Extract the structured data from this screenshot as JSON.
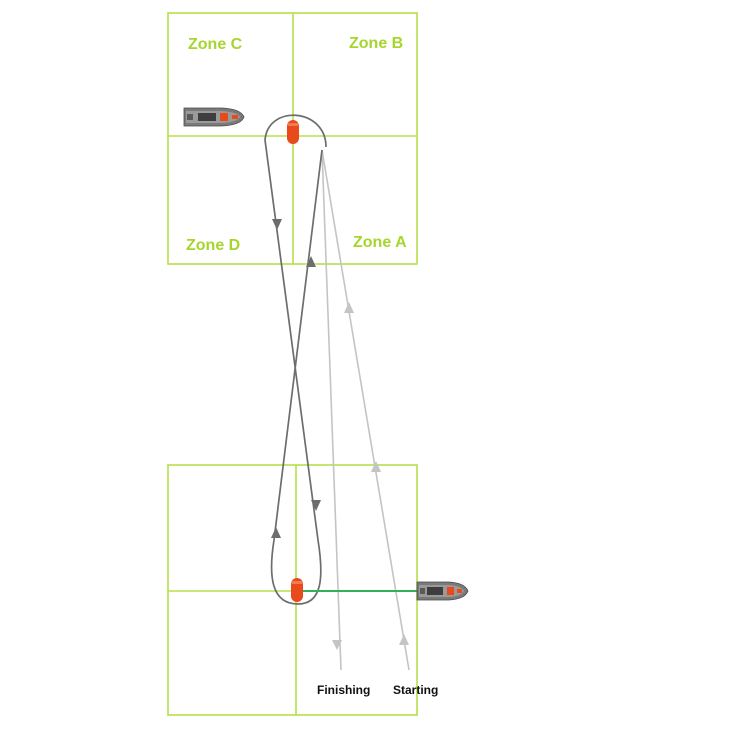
{
  "colors": {
    "zone_line": "#b6e04a",
    "zone_text": "#a6d62e",
    "track_dark": "#6d6d6d",
    "track_light": "#c4c4c4",
    "mark": "#e84a1c",
    "start_line": "#2fb35a",
    "boat_hull": "#7a7a7a",
    "boat_trim": "#e84a1c"
  },
  "zones": {
    "zone_a": "Zone A",
    "zone_b": "Zone B",
    "zone_c": "Zone C",
    "zone_d": "Zone D"
  },
  "captions": {
    "finishing": "Finishing",
    "starting": "Starting"
  },
  "icons": {
    "committee_boat": "motorboat-icon",
    "mark": "buoy-icon"
  }
}
